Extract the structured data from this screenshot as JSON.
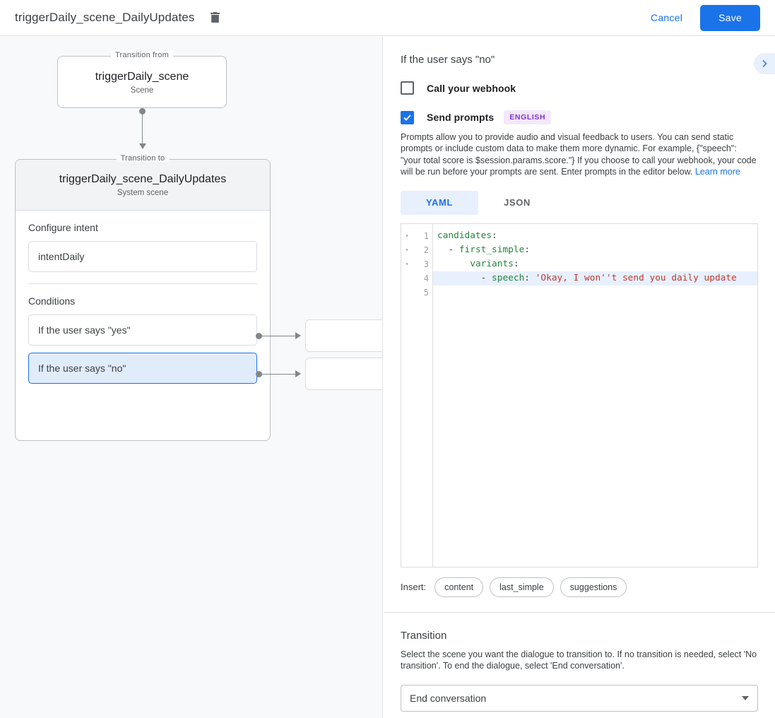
{
  "topbar": {
    "title": "triggerDaily_scene_DailyUpdates",
    "delete_icon": "trash-icon",
    "cancel_label": "Cancel",
    "save_label": "Save",
    "accent_color": "#1a73e8"
  },
  "canvas": {
    "from_legend": "Transition from",
    "from_title": "triggerDaily_scene",
    "from_subtitle": "Scene",
    "to_legend": "Transition to",
    "to_title": "triggerDaily_scene_DailyUpdates",
    "to_subtitle": "System scene",
    "intent_section_label": "Configure intent",
    "intent_value": "intentDaily",
    "conditions_section_label": "Conditions",
    "conditions": [
      {
        "label": "If the user says \"yes\"",
        "selected": false
      },
      {
        "label": "If the user says \"no\"",
        "selected": true
      }
    ],
    "selected_color": "#1a73e8",
    "selected_bg": "#e1ecfb"
  },
  "panel": {
    "title": "If the user says \"no\"",
    "collapse_icon": "chevron-right-icon",
    "webhook": {
      "label": "Call your webhook",
      "checked": false
    },
    "prompts": {
      "label": "Send prompts",
      "checked": true,
      "badge": "ENGLISH",
      "badge_bg": "#f3e8fd",
      "badge_color": "#8430ce",
      "description": "Prompts allow you to provide audio and visual feedback to users. You can send static prompts or include custom data to make them more dynamic. For example, {\"speech\": \"your total score is $session.params.score.\"} If you choose to call your webhook, your code will be run before your prompts are sent. Enter prompts in the editor below.",
      "learn_more": "Learn more"
    },
    "editor": {
      "tabs": [
        {
          "label": "YAML",
          "active": true
        },
        {
          "label": "JSON",
          "active": false
        }
      ],
      "lines": [
        {
          "num": "1",
          "fold": "▾",
          "text": "candidates:",
          "highlighted": false
        },
        {
          "num": "2",
          "fold": "▾",
          "text": "  - first_simple:",
          "highlighted": false
        },
        {
          "num": "3",
          "fold": "▾",
          "text": "      variants:",
          "highlighted": false
        },
        {
          "num": "4",
          "fold": "",
          "text": "        - speech: 'Okay, I won''t send you daily update",
          "highlighted": true
        },
        {
          "num": "5",
          "fold": "",
          "text": "",
          "highlighted": false
        }
      ]
    },
    "insert": {
      "label": "Insert:",
      "chips": [
        "content",
        "last_simple",
        "suggestions"
      ]
    },
    "transition": {
      "title": "Transition",
      "description": "Select the scene you want the dialogue to transition to. If no transition is needed, select 'No transition'. To end the dialogue, select 'End conversation'.",
      "selected": "End conversation"
    }
  }
}
